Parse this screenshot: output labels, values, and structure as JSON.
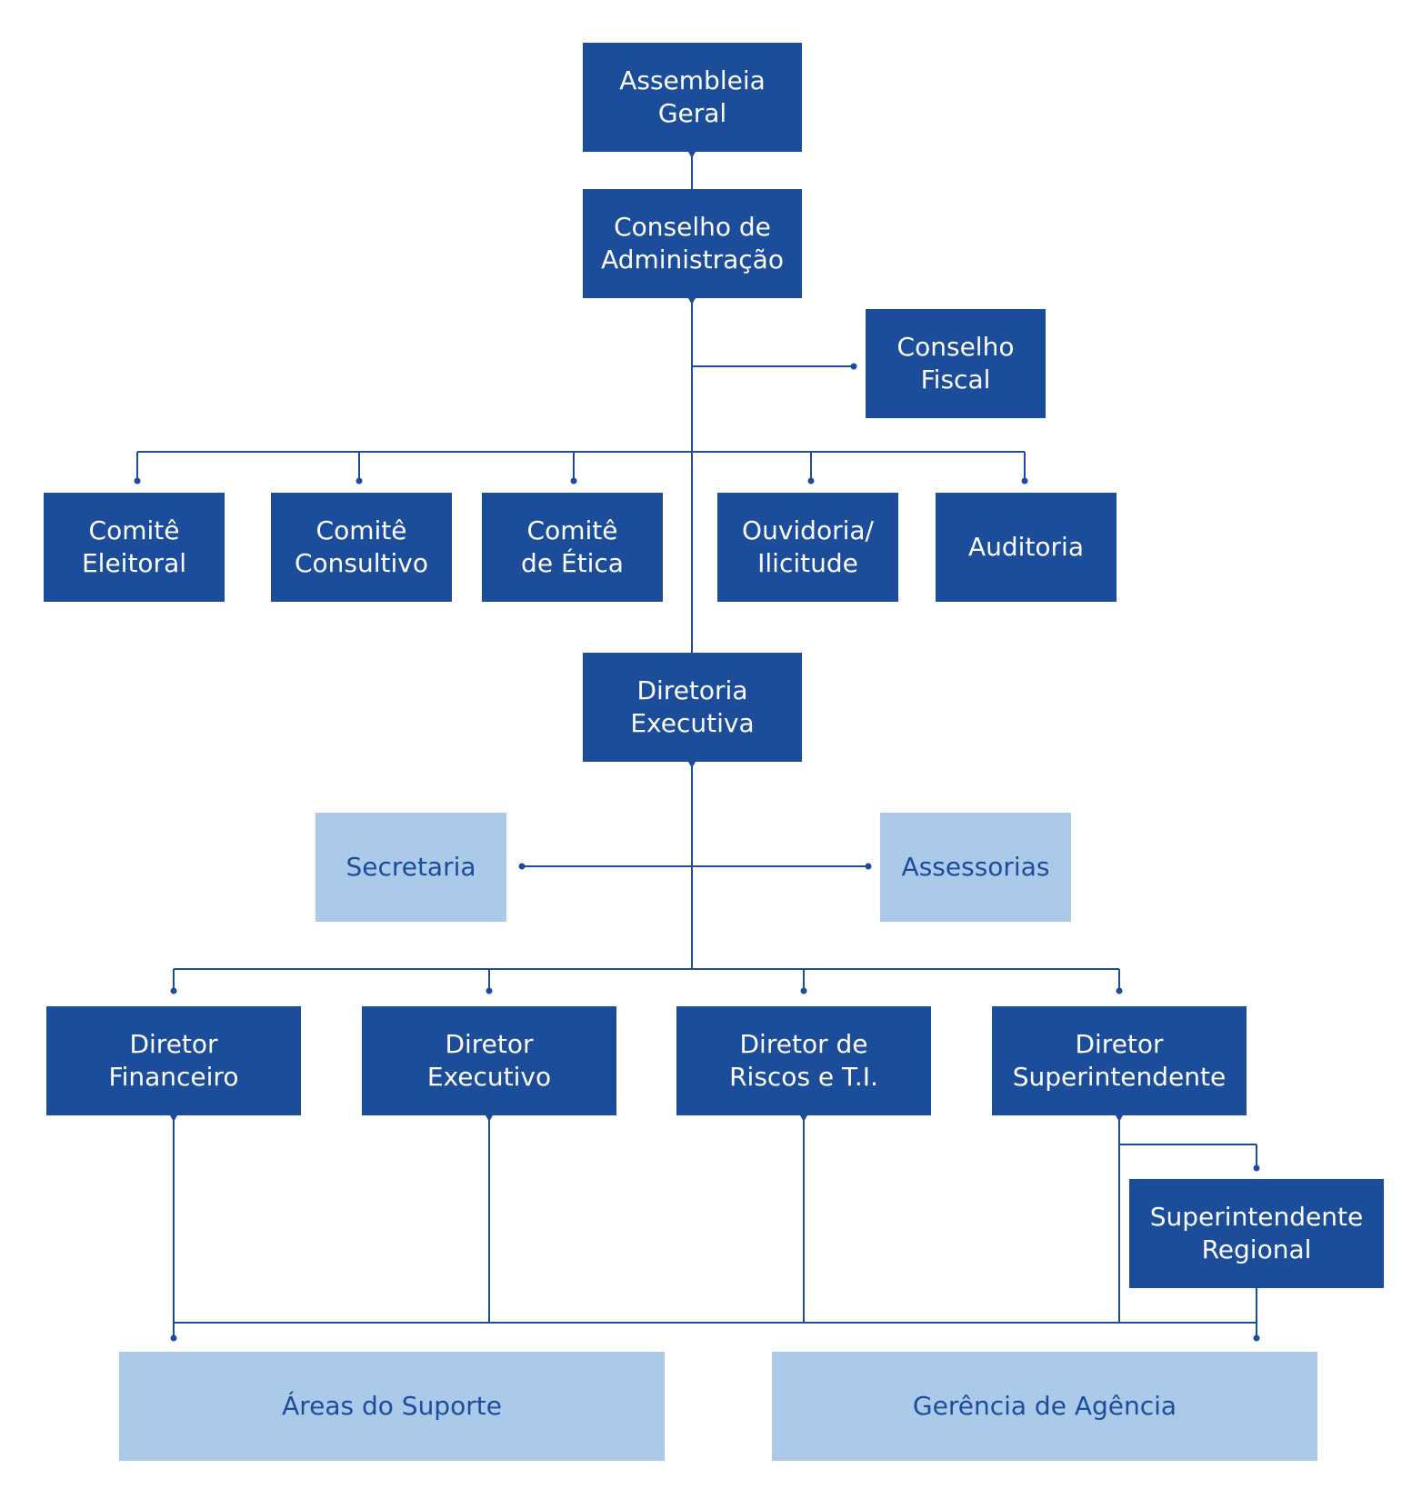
{
  "colors": {
    "dark_box": "#1c4d9b",
    "light_box": "#abc9e8",
    "connector": "#1c4d9b"
  },
  "nodes": {
    "assembleia": {
      "label": "Assembleia\nGeral"
    },
    "conselho_admin": {
      "label": "Conselho de\nAdministração"
    },
    "conselho_fiscal": {
      "label": "Conselho\nFiscal"
    },
    "comite_eleitoral": {
      "label": "Comitê\nEleitoral"
    },
    "comite_consultivo": {
      "label": "Comitê\nConsultivo"
    },
    "comite_etica": {
      "label": "Comitê\nde Ética"
    },
    "ouvidoria": {
      "label": "Ouvidoria/\nIlicitude"
    },
    "auditoria": {
      "label": "Auditoria"
    },
    "diretoria_executiva": {
      "label": "Diretoria\nExecutiva"
    },
    "secretaria": {
      "label": "Secretaria"
    },
    "assessorias": {
      "label": "Assessorias"
    },
    "diretor_financeiro": {
      "label": "Diretor\nFinanceiro"
    },
    "diretor_executivo": {
      "label": "Diretor\nExecutivo"
    },
    "diretor_riscos": {
      "label": "Diretor de\nRiscos e T.I."
    },
    "diretor_superintendente": {
      "label": "Diretor\nSuperintendente"
    },
    "superintendente_regional": {
      "label": "Superintendente\nRegional"
    },
    "areas_suporte": {
      "label": "Áreas do Suporte"
    },
    "gerencia_agencia": {
      "label": "Gerência de Agência"
    }
  }
}
